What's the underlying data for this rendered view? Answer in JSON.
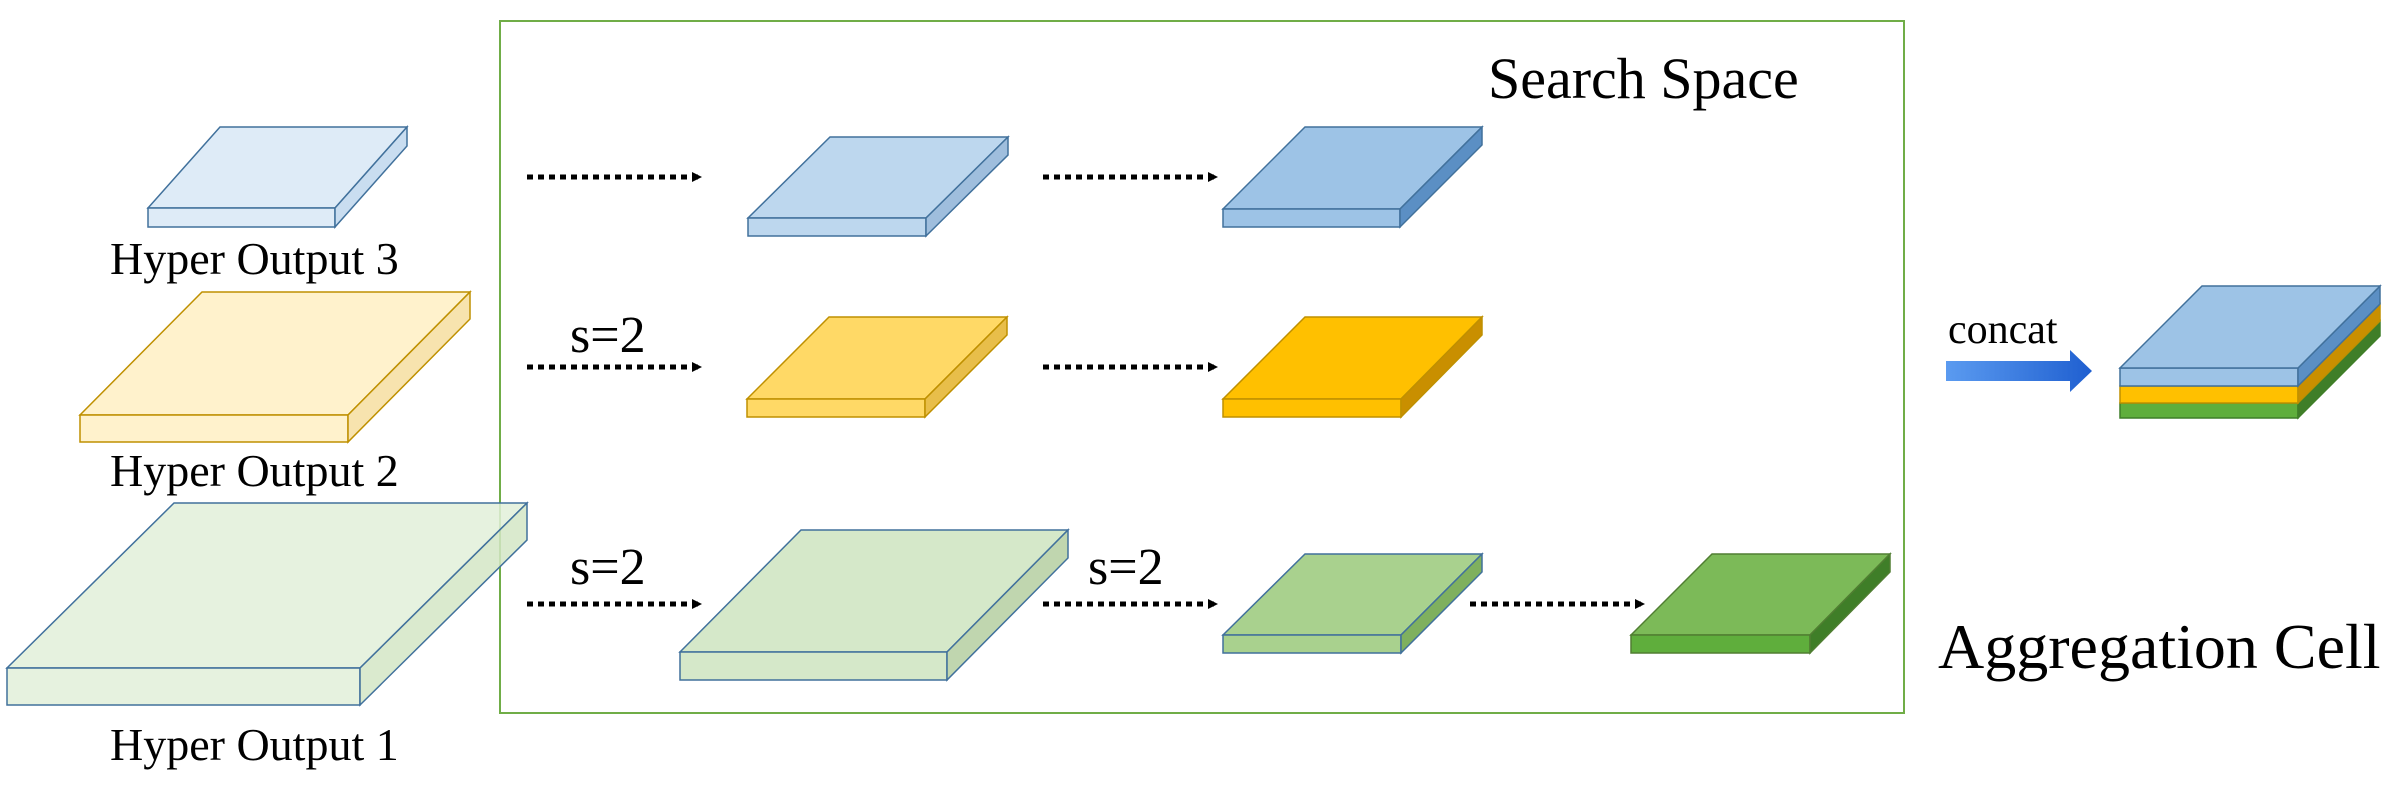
{
  "search_space": {
    "title": "Search Space",
    "border_color": "#70AD47"
  },
  "inputs": {
    "hyper_output_3": "Hyper Output 3",
    "hyper_output_2": "Hyper Output 2",
    "hyper_output_1": "Hyper Output 1"
  },
  "arrows": {
    "stride_label": "s=2",
    "concat_label": "concat"
  },
  "aggregation_cell_label": "Aggregation Cell",
  "colors": {
    "blue_light": "#DEEBF7",
    "blue_mid": "#BDD7EE",
    "blue_dark": "#9DC3E6",
    "orange_light": "#FFF2CC",
    "orange_mid": "#FFD966",
    "orange_dark": "#FFC000",
    "green_light": "#E2F0D9",
    "green_mid": "#C5E0B4",
    "green_dark": "#A9D18E",
    "green_darkest": "#70AD47",
    "concat_arrow": "#2F6FE0"
  }
}
